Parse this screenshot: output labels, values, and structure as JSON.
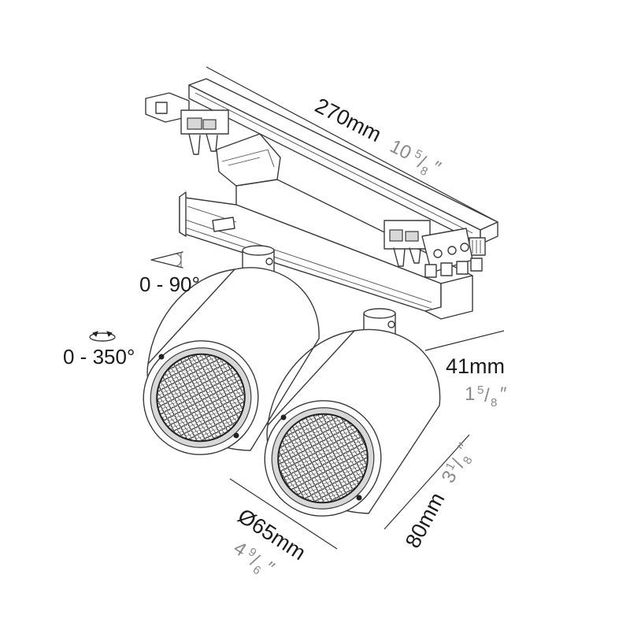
{
  "dimensions": {
    "length": {
      "metric": "270mm",
      "imperial_whole": "10",
      "imperial_num": "5",
      "imperial_den": "8",
      "inch_mark": "″"
    },
    "height": {
      "metric": "41mm",
      "imperial_whole": "1",
      "imperial_num": "5",
      "imperial_den": "8",
      "inch_mark": "″"
    },
    "depth": {
      "metric": "80mm",
      "imperial_whole": "3",
      "imperial_num": "1",
      "imperial_den": "8",
      "inch_mark": "″"
    },
    "diameter": {
      "metric": "Ø65mm",
      "imperial_whole": "4",
      "imperial_num": "9",
      "imperial_den": "6",
      "inch_mark": "″"
    }
  },
  "angles": {
    "tilt": "0 - 90°",
    "rotation": "0 - 350°"
  },
  "icons": {
    "tilt": "tilt-angle-icon",
    "rotation": "rotation-arrows-icon"
  },
  "colors": {
    "primary_text": "#1a1a1a",
    "secondary_text": "#8a8a8a",
    "line": "#3a3a3a"
  }
}
